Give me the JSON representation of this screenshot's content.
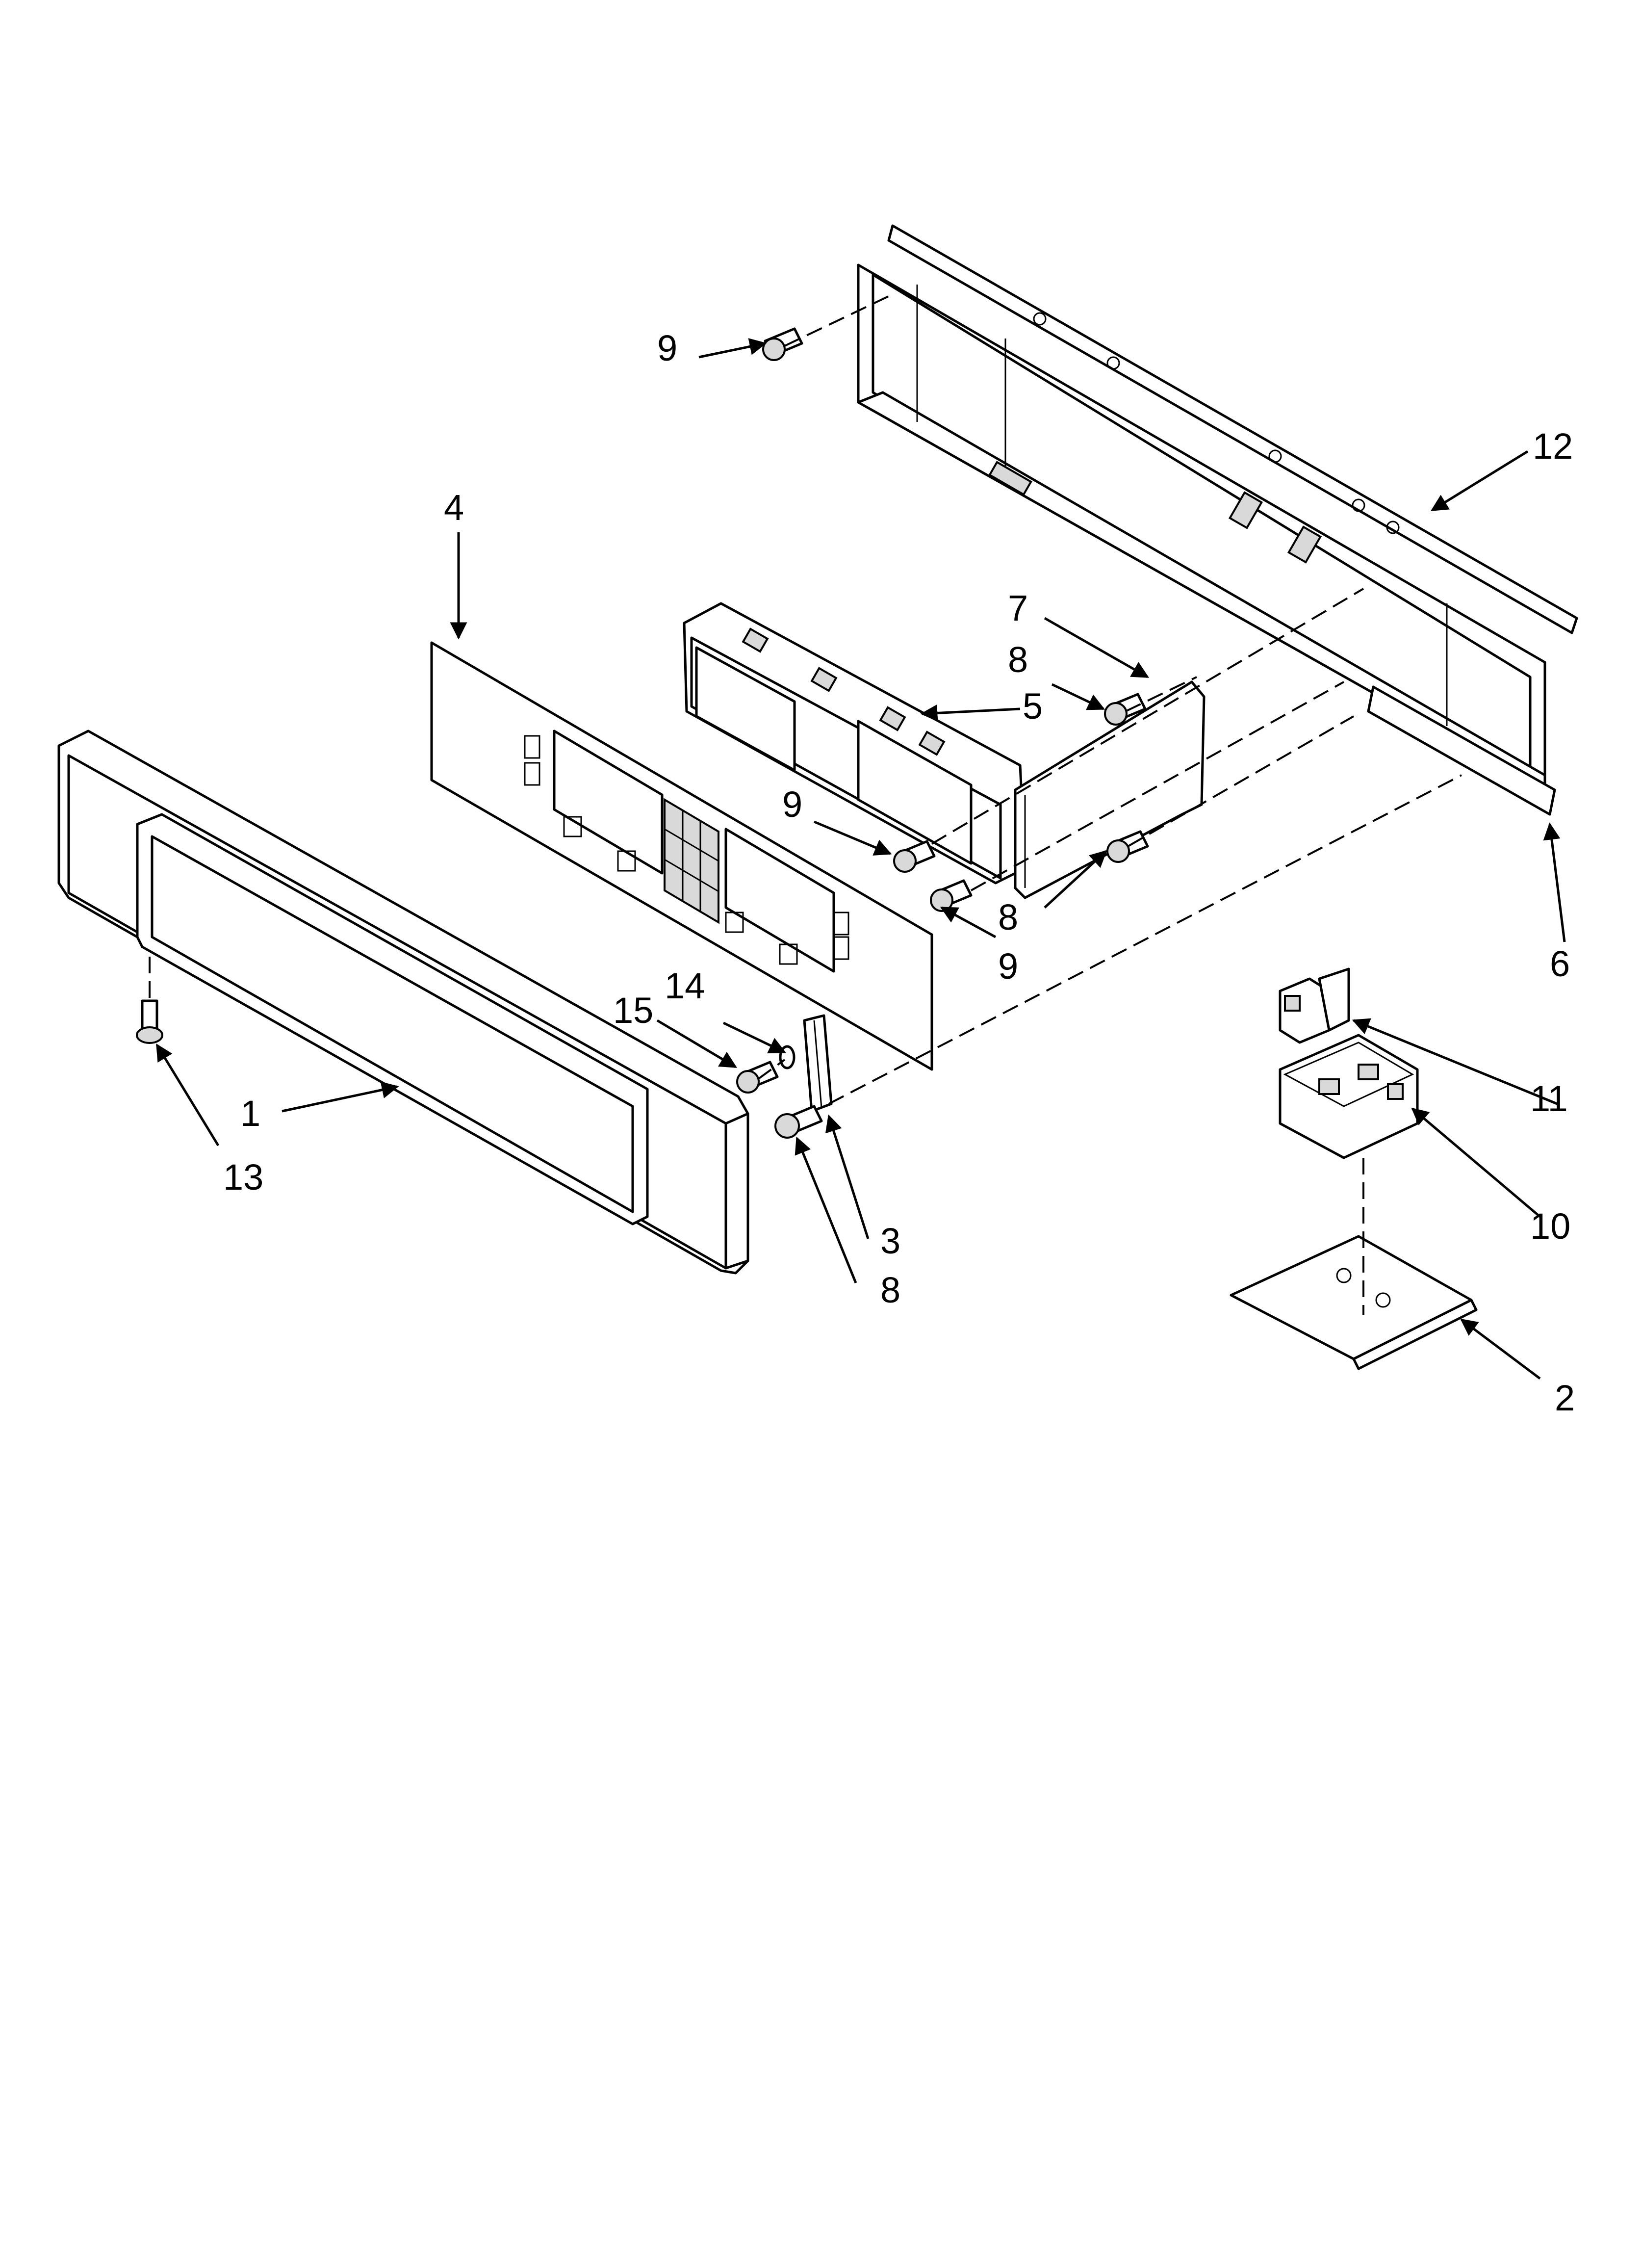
{
  "callouts": [
    {
      "id": "c1",
      "label": "1"
    },
    {
      "id": "c2",
      "label": "2"
    },
    {
      "id": "c3",
      "label": "3"
    },
    {
      "id": "c4",
      "label": "4"
    },
    {
      "id": "c5",
      "label": "5"
    },
    {
      "id": "c6",
      "label": "6"
    },
    {
      "id": "c7",
      "label": "7"
    },
    {
      "id": "c8a",
      "label": "8"
    },
    {
      "id": "c8b",
      "label": "8"
    },
    {
      "id": "c8c",
      "label": "8"
    },
    {
      "id": "c9a",
      "label": "9"
    },
    {
      "id": "c9b",
      "label": "9"
    },
    {
      "id": "c9c",
      "label": "9"
    },
    {
      "id": "c10",
      "label": "10"
    },
    {
      "id": "c11",
      "label": "11"
    },
    {
      "id": "c12",
      "label": "12"
    },
    {
      "id": "c13",
      "label": "13"
    },
    {
      "id": "c14",
      "label": "14"
    },
    {
      "id": "c15",
      "label": "15"
    }
  ]
}
